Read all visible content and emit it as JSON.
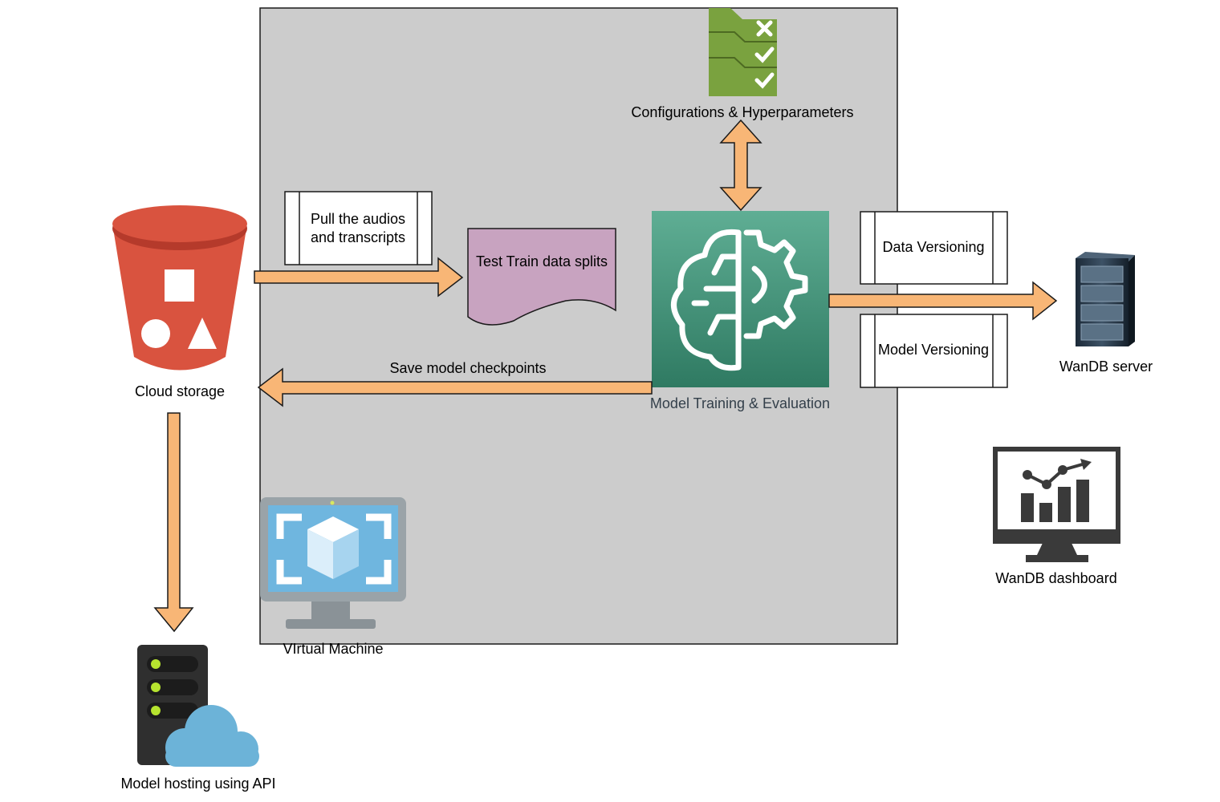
{
  "nodes": {
    "cloud_storage": "Cloud storage",
    "model_hosting": "Model hosting using API",
    "virtual_machine": "VIrtual Machine",
    "configurations": "Configurations & Hyperparameters",
    "pull_audios_line1": "Pull the audios",
    "pull_audios_line2": "and transcripts",
    "test_train": "Test Train data splits",
    "model_training": "Model Training & Evaluation",
    "data_versioning": "Data Versioning",
    "model_versioning": "Model Versioning",
    "wandb_server": "WanDB server",
    "wandb_dashboard": "WanDB dashboard"
  },
  "edges": {
    "save_checkpoints": "Save model checkpoints"
  },
  "colors": {
    "vm_area": "#cccccc",
    "arrow_fill": "#f8b676",
    "arrow_stroke": "#1a1a1a",
    "bucket": "#d9533f",
    "bucket_dark": "#b53a2b",
    "config_green": "#7aa23f",
    "ml_teal": "#4a9a80",
    "doc_purple": "#c8a3c0",
    "cloud_blue": "#6cb3d8",
    "server_dark": "#2f2f2f",
    "led_green": "#b6e32f"
  },
  "icons": {
    "bucket": "storage-bucket-icon",
    "hosting": "server-cloud-icon",
    "vm": "virtual-machine-icon",
    "config": "config-checklist-icon",
    "ml": "brain-gear-icon",
    "wandb_server": "server-rack-icon",
    "dashboard": "dashboard-monitor-icon"
  }
}
